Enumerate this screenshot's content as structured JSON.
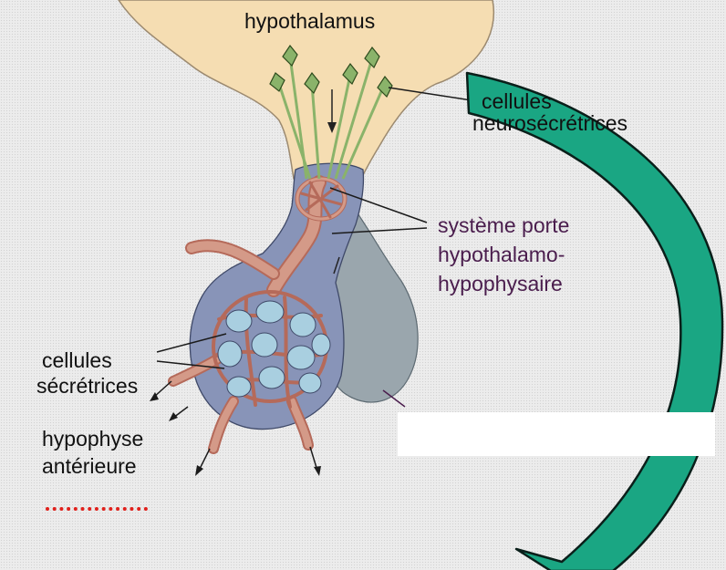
{
  "labels": {
    "hypothalamus": "hypothalamus",
    "neurosecretory_line1": "cellules",
    "neurosecretory_line2": "neurosécrétrices",
    "portal_line1": "système porte",
    "portal_line2": "hypothalamo-",
    "portal_line3": "hypophysaire",
    "secretory_line1": "cellules",
    "secretory_line2": "sécrétrices",
    "anterior_line1": "hypophyse",
    "anterior_line2": "antérieure"
  },
  "colors": {
    "hypothalamus_fill": "#f5ddb2",
    "pituitary_fill": "#8894b8",
    "posterior_fill": "#9aa6ad",
    "vessel_fill": "#d49a88",
    "cell_fill": "#a9cfe0",
    "neuron_fill": "#8ab36a",
    "arrow_fill": "#1aa683",
    "portal_text": "#4a1d4d",
    "dotted_line": "#e0201b"
  },
  "icons": [
    "neuron-icon",
    "curved-arrow-icon"
  ]
}
